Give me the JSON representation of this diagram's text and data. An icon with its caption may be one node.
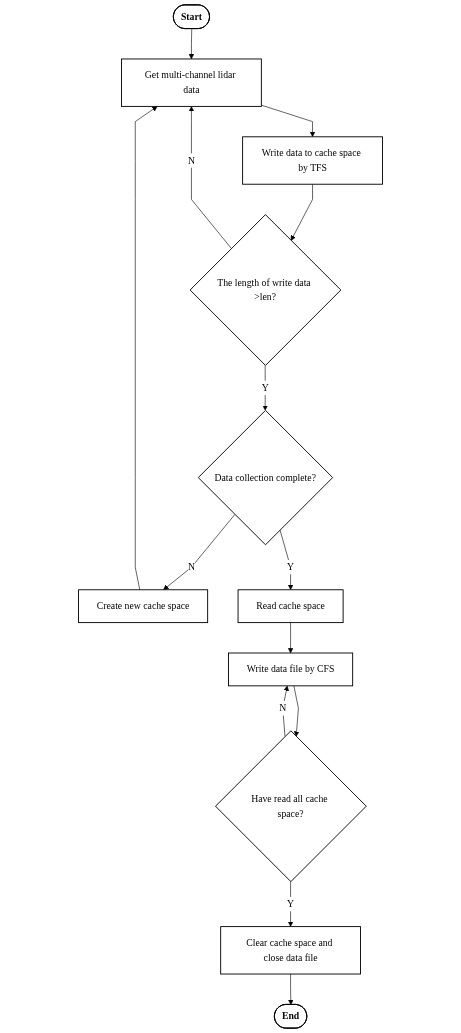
{
  "diagram": {
    "nodes": [
      {
        "text": [
          "Start"
        ]
      },
      {
        "text": [
          "Get multi-channel lidar data"
        ]
      },
      {
        "text": [
          "Write data to cache space by TFS"
        ]
      },
      {
        "text": [
          "Create new cache space"
        ]
      },
      {
        "text": [
          "The length of write data >len?"
        ]
      },
      {
        "text": [
          "Data collection complete?"
        ]
      },
      {
        "text": [
          "Read cache space"
        ]
      },
      {
        "text": [
          "Write data file by CFS"
        ]
      },
      {
        "text": [
          "Have read all cache space?"
        ]
      },
      {
        "text": [
          "Clear cache space and close data file"
        ]
      },
      {
        "text": [
          "End"
        ]
      }
    ],
    "edges": [
      {
        "from": 0,
        "to": 1,
        "arrow": "to"
      },
      {
        "from": 1,
        "to": 2,
        "arrow": "to"
      },
      {
        "from": 2,
        "to": 4,
        "arrow": "to"
      },
      {
        "from": 4,
        "to": 1,
        "arrow": "to",
        "label": "N"
      },
      {
        "from": 4,
        "to": 5,
        "arrow": "to",
        "label": "Y"
      },
      {
        "from": 5,
        "to": 3,
        "arrow": "to",
        "label": "N"
      },
      {
        "from": 3,
        "to": 1,
        "arrow": "to"
      },
      {
        "from": 5,
        "to": 6,
        "arrow": "to",
        "label": "Y"
      },
      {
        "from": 6,
        "to": 7,
        "arrow": "to"
      },
      {
        "from": 7,
        "to": 8,
        "arrow": "to"
      },
      {
        "from": 8,
        "to": 7,
        "arrow": "to",
        "label": "N"
      },
      {
        "from": 8,
        "to": 9,
        "arrow": "to",
        "label": "Y"
      },
      {
        "from": 9,
        "to": 10,
        "arrow": "to"
      }
    ]
  }
}
